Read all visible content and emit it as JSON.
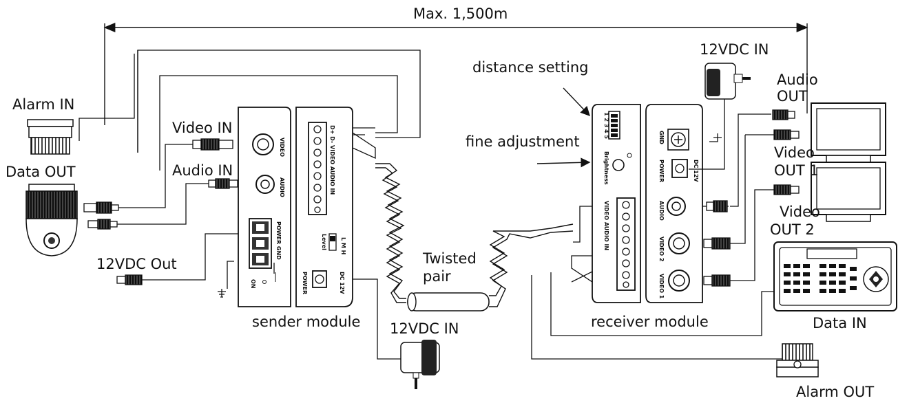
{
  "labels": {
    "distance": "Max. 1,500m",
    "alarm_in": "Alarm IN",
    "data_out": "Data OUT",
    "video_in": "Video IN",
    "audio_in": "Audio IN",
    "vdc_out": "12VDC Out",
    "sender_module": "sender module",
    "vdc_in_bottom": "12VDC IN",
    "twisted_pair_1": "Twisted",
    "twisted_pair_2": "pair",
    "distance_setting": "distance setting",
    "fine_adjustment": "fine adjustment",
    "receiver_module": "receiver module",
    "vdc_in_top": "12VDC IN",
    "audio_out_1": "Audio",
    "audio_out_2": "OUT",
    "video_out1_1": "Video",
    "video_out1_2": "OUT 1",
    "video_out2_1": "Video",
    "video_out2_2": "OUT 2",
    "data_in": "Data IN",
    "alarm_out": "Alarm OUT"
  },
  "panel_text": {
    "sender_video": "VIDEO",
    "sender_audio": "AUDIO",
    "sender_power_gnd": "POWER GND",
    "sender_level": "Level",
    "sender_lmh": "L M H",
    "sender_power": "POWER",
    "sender_dc": "DC 12V",
    "sender_on": "ON",
    "sender_terminals": "D+ D- VIDEO AUDIO IN",
    "receiver_video1": "VIDEO 1",
    "receiver_video2": "VIDEO 2",
    "receiver_audio": "AUDIO",
    "receiver_power": "POWER",
    "receiver_gnd": "GND",
    "receiver_dc": "DC 12V",
    "receiver_brightness": "Brightness",
    "receiver_dip": "1 2 3 4 5",
    "receiver_terminals": "VIDEO AUDIO IN"
  },
  "colors": {
    "stroke": "#111111",
    "background": "#ffffff",
    "dark": "#222222"
  },
  "icons": [
    "dome-camera-icon",
    "alarm-sensor-icon",
    "power-adapter-icon",
    "monitor-icon",
    "keyboard-controller-icon",
    "bnc-plug-icon",
    "rca-plug-icon",
    "dc-plug-icon",
    "ground-icon"
  ]
}
